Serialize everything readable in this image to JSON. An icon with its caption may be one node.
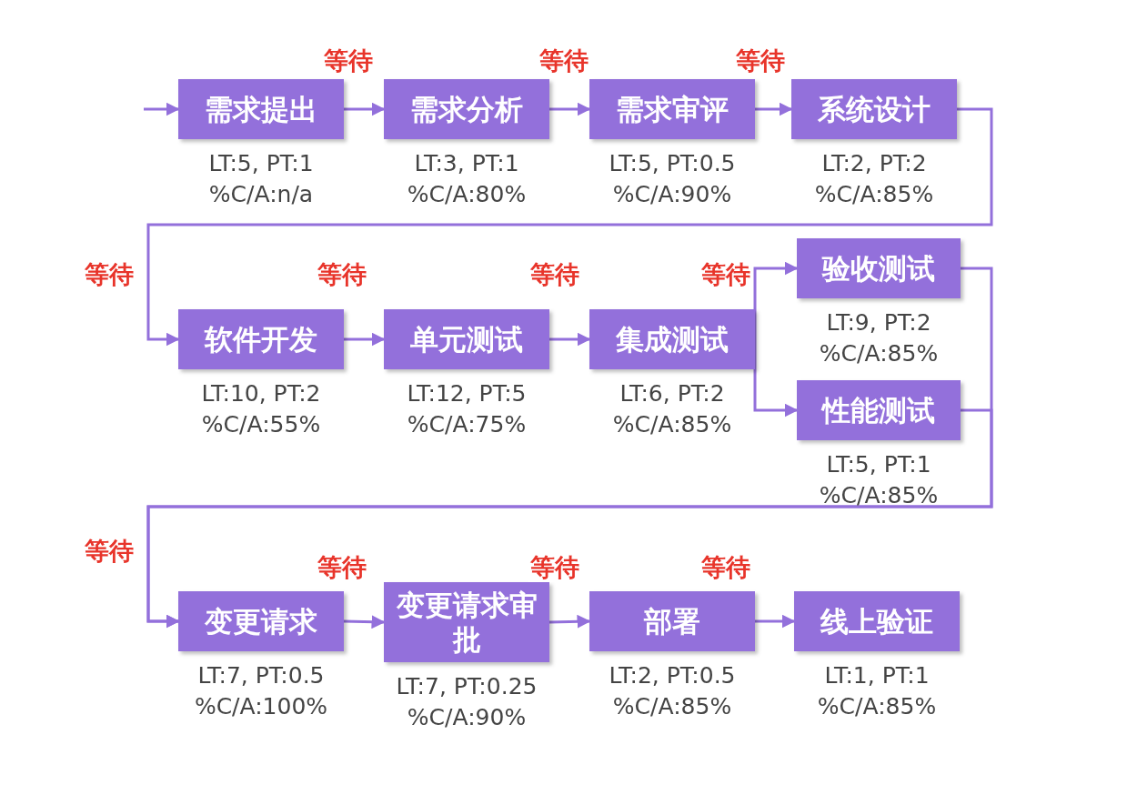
{
  "diagram": {
    "nodes": [
      {
        "text": [
          "需求提出"
        ],
        "beside": [
          "LT:5, PT:1",
          "%C/A:n/a"
        ]
      },
      {
        "text": [
          "需求分析"
        ],
        "beside": [
          "LT:3, PT:1",
          "%C/A:80%"
        ]
      },
      {
        "text": [
          "需求审评"
        ],
        "beside": [
          "LT:5, PT:0.5",
          "%C/A:90%"
        ]
      },
      {
        "text": [
          "系统设计"
        ],
        "beside": [
          "LT:2, PT:2",
          "%C/A:85%"
        ]
      },
      {
        "text": [
          "软件开发"
        ],
        "beside": [
          "LT:10, PT:2",
          "%C/A:55%"
        ]
      },
      {
        "text": [
          "单元测试"
        ],
        "beside": [
          "LT:12, PT:5",
          "%C/A:75%"
        ]
      },
      {
        "text": [
          "集成测试"
        ],
        "beside": [
          "LT:6, PT:2",
          "%C/A:85%"
        ]
      },
      {
        "text": [
          "验收测试"
        ],
        "beside": [
          "LT:9, PT:2",
          "%C/A:85%"
        ]
      },
      {
        "text": [
          "性能测试"
        ],
        "beside": [
          "LT:5, PT:1",
          "%C/A:85%"
        ]
      },
      {
        "text": [
          "变更请求"
        ],
        "beside": [
          "LT:7, PT:0.5",
          "%C/A:100%"
        ]
      },
      {
        "text": [
          "变更请求审批"
        ],
        "beside": [
          "LT:7, PT:0.25",
          "%C/A:90%"
        ]
      },
      {
        "text": [
          "部署"
        ],
        "beside": [
          "LT:2, PT:0.5",
          "%C/A:85%"
        ]
      },
      {
        "text": [
          "线上验证"
        ],
        "beside": [
          "LT:1, PT:1",
          "%C/A:85%"
        ]
      }
    ],
    "edges": [
      {
        "from": null,
        "to": 0,
        "arrow": "to"
      },
      {
        "from": 0,
        "to": 1,
        "arrow": "to",
        "label": "等待"
      },
      {
        "from": 1,
        "to": 2,
        "arrow": "to",
        "label": "等待"
      },
      {
        "from": 2,
        "to": 3,
        "arrow": "to",
        "label": "等待"
      },
      {
        "from": 3,
        "to": 4,
        "arrow": "to",
        "label": "等待"
      },
      {
        "from": 4,
        "to": 5,
        "arrow": "to",
        "label": "等待"
      },
      {
        "from": 5,
        "to": 6,
        "arrow": "to",
        "label": "等待"
      },
      {
        "from": 6,
        "to": 7,
        "arrow": "to",
        "label": "等待"
      },
      {
        "from": 6,
        "to": 8,
        "arrow": "to"
      },
      {
        "from": 7,
        "to": 9,
        "arrow": "to",
        "label": "等待"
      },
      {
        "from": 8,
        "to": 9,
        "arrow": "to"
      },
      {
        "from": 9,
        "to": 10,
        "arrow": "to",
        "label": "等待"
      },
      {
        "from": 10,
        "to": 11,
        "arrow": "to",
        "label": "等待"
      },
      {
        "from": 11,
        "to": 12,
        "arrow": "to",
        "label": "等待"
      }
    ]
  }
}
